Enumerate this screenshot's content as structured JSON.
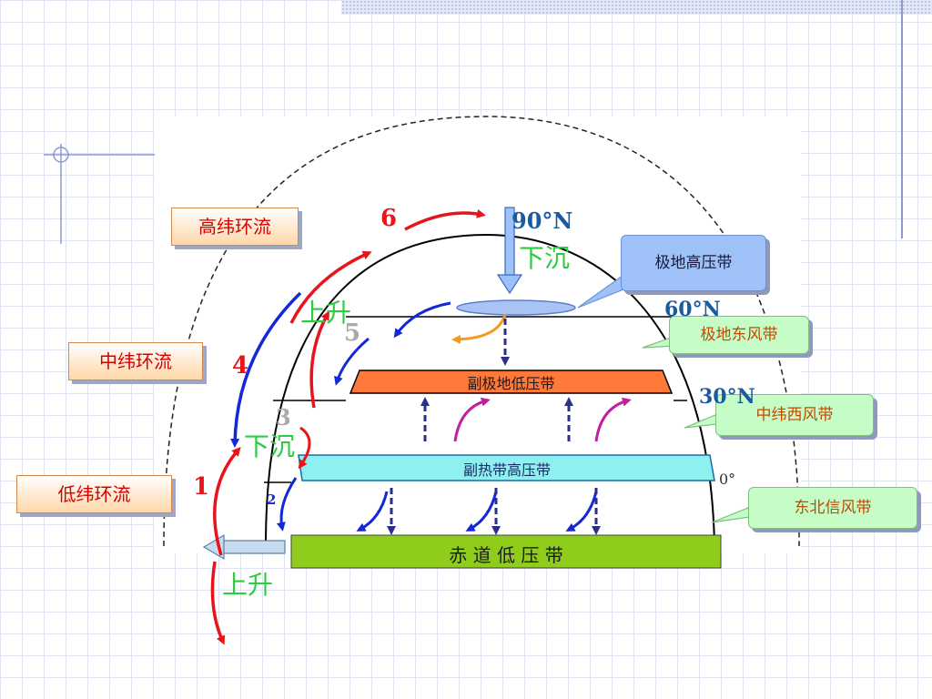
{
  "labels": {
    "high_lat": "高纬环流",
    "mid_lat": "中纬环流",
    "low_lat": "低纬环流",
    "lat90": "90°N",
    "lat60": "60°N",
    "lat30": "30°N",
    "lat0": "0°",
    "sink_top": "下沉",
    "rise_mid": "上升",
    "sink_mid": "下沉",
    "rise_bottom": "上升",
    "n1": "1",
    "n2": "2",
    "n3": "3",
    "n4": "4",
    "n5": "5",
    "n6": "6"
  },
  "belts": {
    "polar_high": "极地高压带",
    "subpolar_low": "副极地低压带",
    "subtropical_high": "副热带高压带",
    "equatorial_low": "赤 道 低 压 带"
  },
  "winds": {
    "polar_easterlies": "极地东风带",
    "westerlies": "中纬西风带",
    "ne_trades": "东北信风带"
  },
  "colors": {
    "red_arrow": "#e8141c",
    "blue_arrow": "#1428d8",
    "green_text": "#2ecc40",
    "belt_orange": "#ff7a3a",
    "belt_cyan": "#8ff0f0",
    "belt_green": "#8fcc1c"
  }
}
